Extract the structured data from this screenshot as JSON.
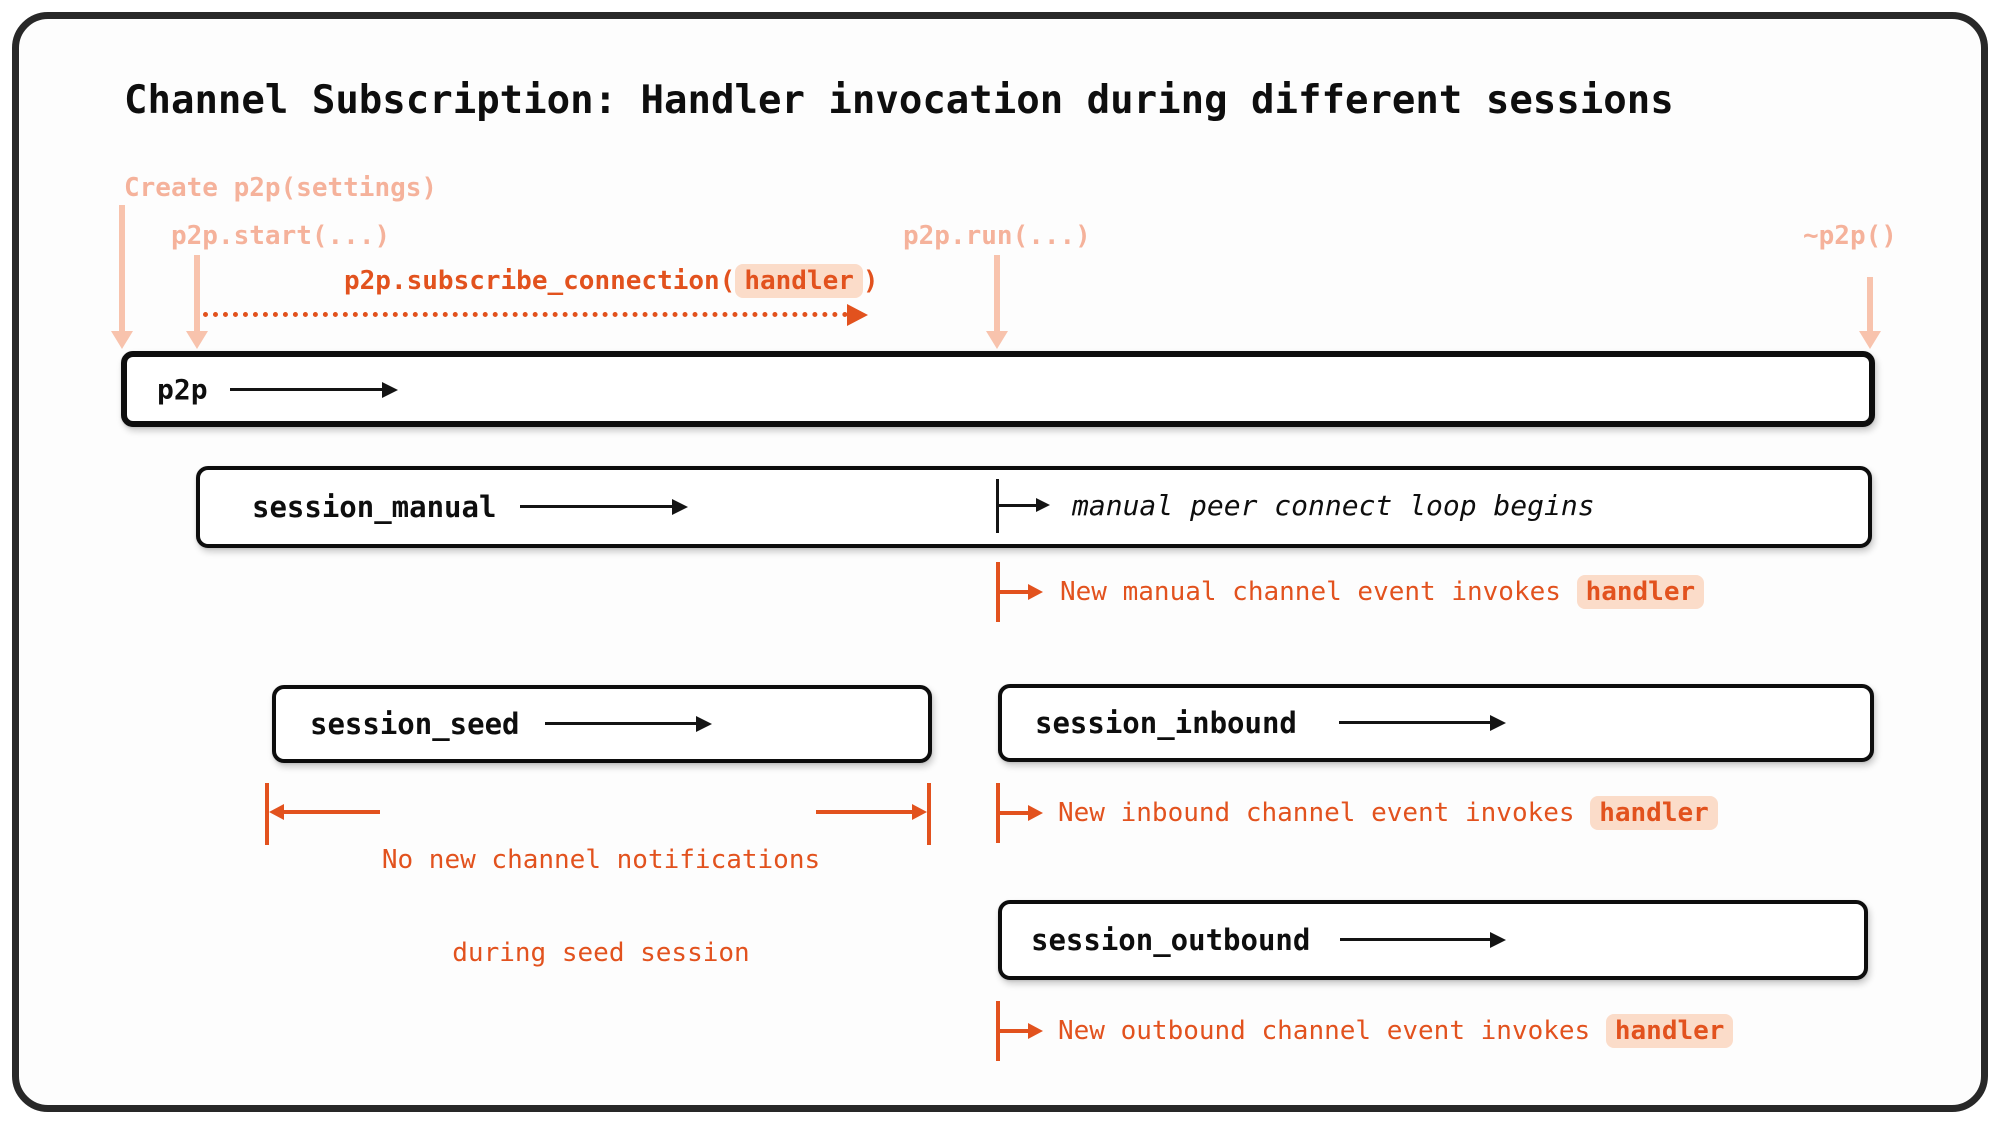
{
  "colors": {
    "accent_orange": "#E2521E",
    "peach_text": "#F5B29B",
    "peach_arrow": "#F8C3AD",
    "chip_background": "#FBDCC9",
    "ink": "#0E0E0E",
    "frame_border": "#282828"
  },
  "title": "Channel Subscription: Handler invocation during different sessions",
  "timeline": {
    "create": "Create p2p(settings)",
    "start": "p2p.start(...)",
    "run": "p2p.run(...)",
    "destroy": "~p2p()",
    "subscribe_prefix": "p2p.subscribe_connection(",
    "subscribe_arg": "handler",
    "subscribe_suffix": ")"
  },
  "p2p_lane": {
    "label": "p2p"
  },
  "manual_lane": {
    "label": "session_manual",
    "note": "manual peer connect loop begins",
    "event_prefix": "New manual channel event invokes ",
    "event_arg": "handler"
  },
  "seed_lane": {
    "label": "session_seed",
    "no_event_line1": "No new channel notifications",
    "no_event_line2": "during seed session"
  },
  "inbound_lane": {
    "label": "session_inbound",
    "event_prefix": "New inbound channel event invokes ",
    "event_arg": "handler"
  },
  "outbound_lane": {
    "label": "session_outbound",
    "event_prefix": "New outbound channel event invokes ",
    "event_arg": "handler"
  }
}
